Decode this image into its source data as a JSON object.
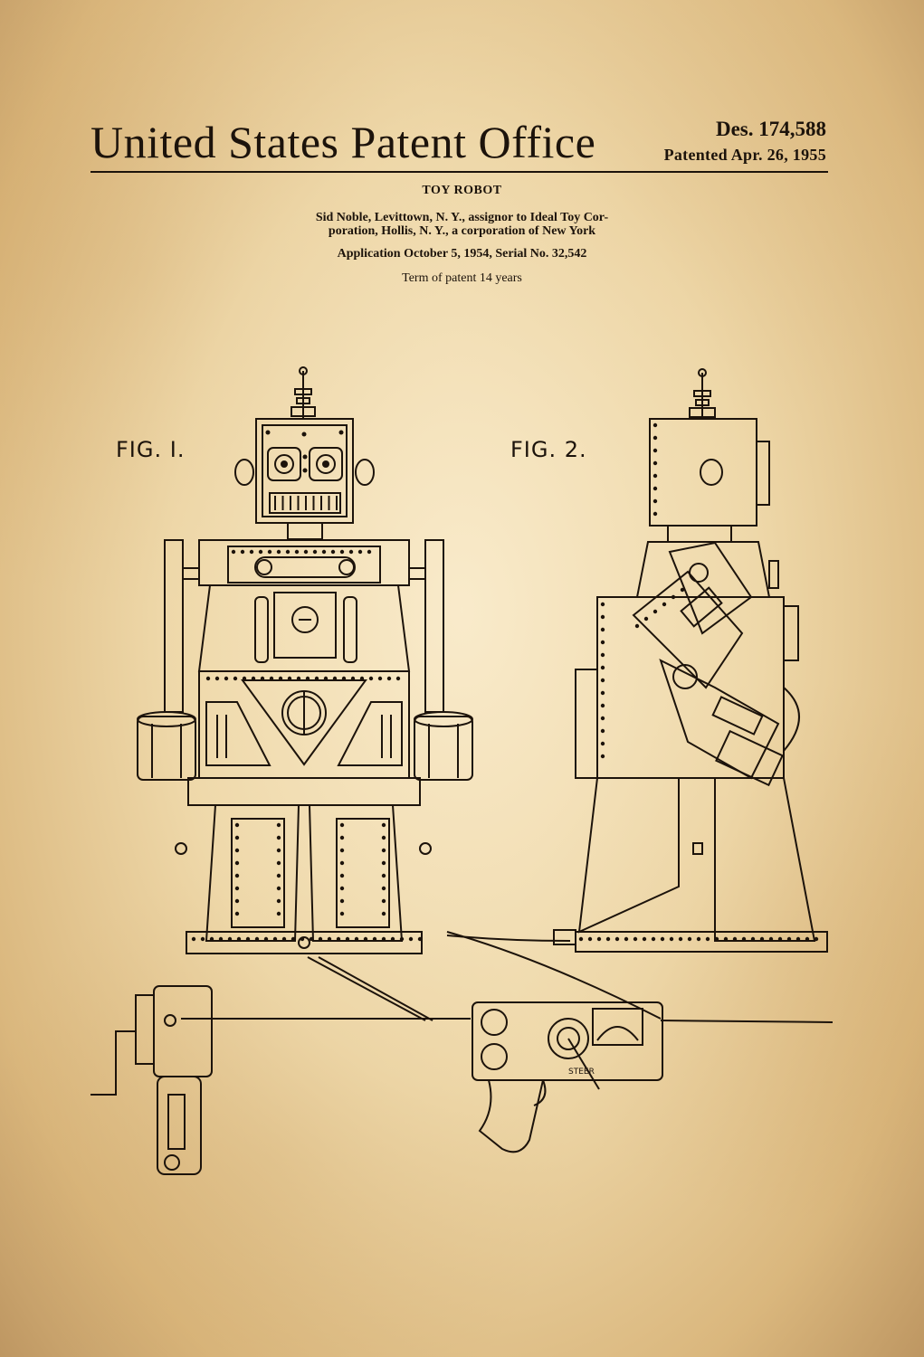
{
  "header": {
    "office": "United States Patent Office",
    "design_number": "Des. 174,588",
    "patented": "Patented Apr. 26, 1955"
  },
  "patent": {
    "title": "TOY ROBOT",
    "inventor_line1": "Sid Noble, Levittown, N. Y., assignor to Ideal Toy Cor-",
    "inventor_line2": "poration, Hollis, N. Y., a corporation of New York",
    "application": "Application October 5, 1954, Serial No. 32,542",
    "term": "Term of patent 14 years"
  },
  "figures": {
    "fig1_label": "FIG. I.",
    "fig2_label": "FIG. 2."
  },
  "drawing_labels": {
    "controller_text": "STEER"
  },
  "colors": {
    "ink": "#1c130b",
    "paper": "#ead3a2"
  }
}
